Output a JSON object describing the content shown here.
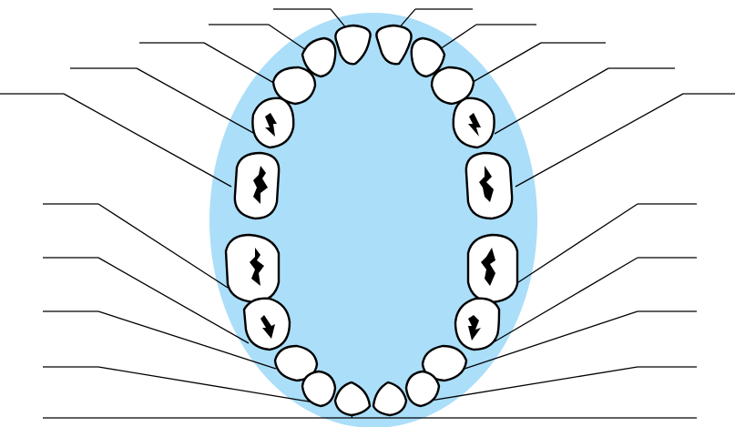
{
  "diagram": {
    "subject": "dental-arch-tooth-labeling",
    "palate_color": "#abdef9",
    "tooth_fill": "#ffffff",
    "outline_color": "#000000",
    "label_count": 20,
    "labels": [
      {
        "id": "upper-right-central-incisor",
        "text": ""
      },
      {
        "id": "upper-left-central-incisor",
        "text": ""
      },
      {
        "id": "upper-right-lateral-incisor",
        "text": ""
      },
      {
        "id": "upper-left-lateral-incisor",
        "text": ""
      },
      {
        "id": "upper-right-canine",
        "text": ""
      },
      {
        "id": "upper-left-canine",
        "text": ""
      },
      {
        "id": "upper-right-first-premolar",
        "text": ""
      },
      {
        "id": "upper-left-first-premolar",
        "text": ""
      },
      {
        "id": "upper-right-second-premolar",
        "text": ""
      },
      {
        "id": "upper-left-second-premolar",
        "text": ""
      },
      {
        "id": "upper-right-first-molar",
        "text": ""
      },
      {
        "id": "upper-left-first-molar",
        "text": ""
      },
      {
        "id": "lower-right-first-molar",
        "text": ""
      },
      {
        "id": "lower-left-first-molar",
        "text": ""
      },
      {
        "id": "lower-right-second-premolar",
        "text": ""
      },
      {
        "id": "lower-left-second-premolar",
        "text": ""
      },
      {
        "id": "lower-right-first-premolar",
        "text": ""
      },
      {
        "id": "lower-left-first-premolar",
        "text": ""
      },
      {
        "id": "lower-right-canine",
        "text": ""
      },
      {
        "id": "lower-left-lateral-incisor",
        "text": ""
      },
      {
        "id": "lower-incisors-center",
        "text": ""
      }
    ]
  }
}
